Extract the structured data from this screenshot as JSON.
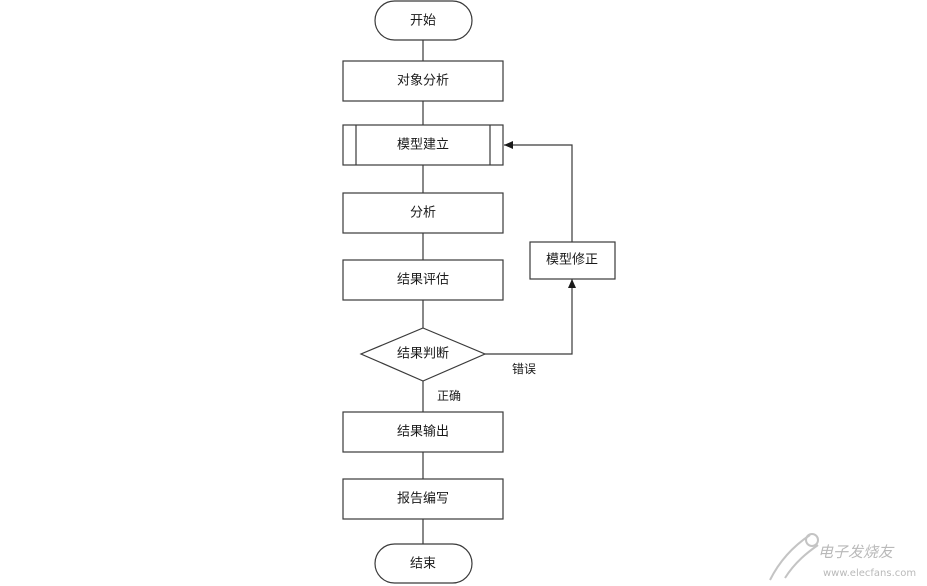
{
  "flowchart": {
    "start": "开始",
    "object_analysis": "对象分析",
    "model_build": "模型建立",
    "analysis": "分析",
    "result_eval": "结果评估",
    "result_judge": "结果判断",
    "result_output": "结果输出",
    "report_write": "报告编写",
    "end": "结束",
    "model_fix": "模型修正",
    "label_wrong": "错误",
    "label_correct": "正确"
  },
  "watermark": {
    "brand": "电子发烧友",
    "url": "www.elecfans.com"
  }
}
